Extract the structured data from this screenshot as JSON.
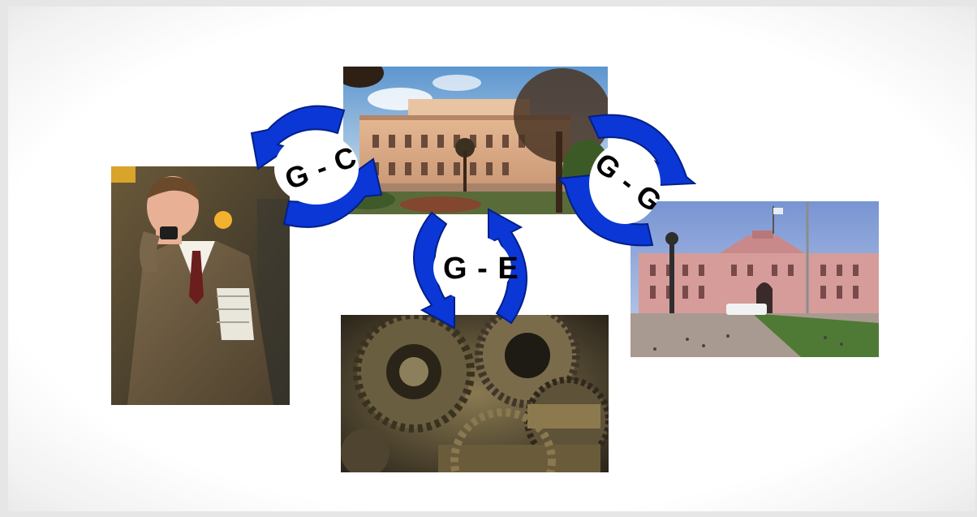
{
  "diagram": {
    "cycles": [
      {
        "id": "g-c",
        "label": "G - C"
      },
      {
        "id": "g-e",
        "label": "G - E"
      },
      {
        "id": "g-g",
        "label": "G - G"
      }
    ],
    "photos": [
      {
        "id": "government-building",
        "description": "government building"
      },
      {
        "id": "citizen",
        "description": "businessman on phone"
      },
      {
        "id": "enterprise",
        "description": "machine gears"
      },
      {
        "id": "government-palace",
        "description": "pink government palace"
      }
    ]
  },
  "colors": {
    "arrow_fill": "#0a37d6",
    "arrow_highlight": "#4f79ff",
    "arrow_shadow": "#041f86",
    "label": "#000000"
  }
}
